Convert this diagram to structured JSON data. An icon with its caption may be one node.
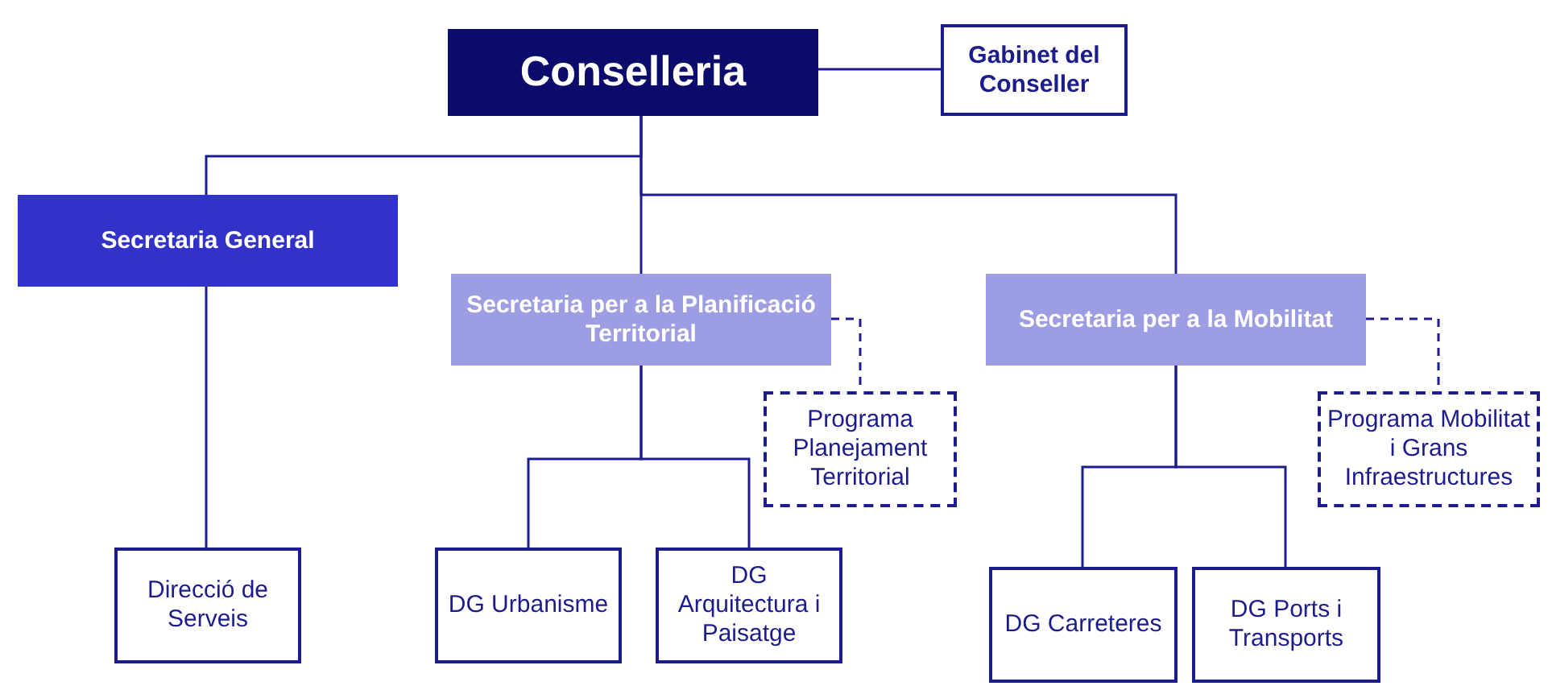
{
  "diagram": {
    "nodes": [
      {
        "text": [
          "Conselleria"
        ]
      },
      {
        "text": [
          "Gabinet del Conseller"
        ]
      },
      {
        "text": [
          "Secretaria General"
        ]
      },
      {
        "text": [
          "Secretaria per a la Planificació Territorial"
        ]
      },
      {
        "text": [
          "Programa Planejament Territorial"
        ]
      },
      {
        "text": [
          "Secretaria per a la Mobilitat"
        ]
      },
      {
        "text": [
          "Programa Mobilitat i Grans Infraestructures"
        ]
      },
      {
        "text": [
          "Direcció de Serveis"
        ]
      },
      {
        "text": [
          "DG Urbanisme"
        ]
      },
      {
        "text": [
          "DG Arquitectura i Paisatge"
        ]
      },
      {
        "text": [
          "DG Carreteres"
        ]
      },
      {
        "text": [
          "DG Ports i Transports"
        ]
      }
    ],
    "edges": [
      {
        "from": 0,
        "to": 1,
        "arrow": "none"
      },
      {
        "from": 0,
        "to": 2,
        "arrow": "none"
      },
      {
        "from": 0,
        "to": 3,
        "arrow": "none"
      },
      {
        "from": 0,
        "to": 5,
        "arrow": "none"
      },
      {
        "from": 2,
        "to": 7,
        "arrow": "none"
      },
      {
        "from": 3,
        "to": 4,
        "arrow": "none",
        "style": "dashed"
      },
      {
        "from": 3,
        "to": 8,
        "arrow": "none"
      },
      {
        "from": 3,
        "to": 9,
        "arrow": "none"
      },
      {
        "from": 5,
        "to": 6,
        "arrow": "none",
        "style": "dashed"
      },
      {
        "from": 5,
        "to": 10,
        "arrow": "none"
      },
      {
        "from": 5,
        "to": 11,
        "arrow": "none"
      }
    ]
  }
}
